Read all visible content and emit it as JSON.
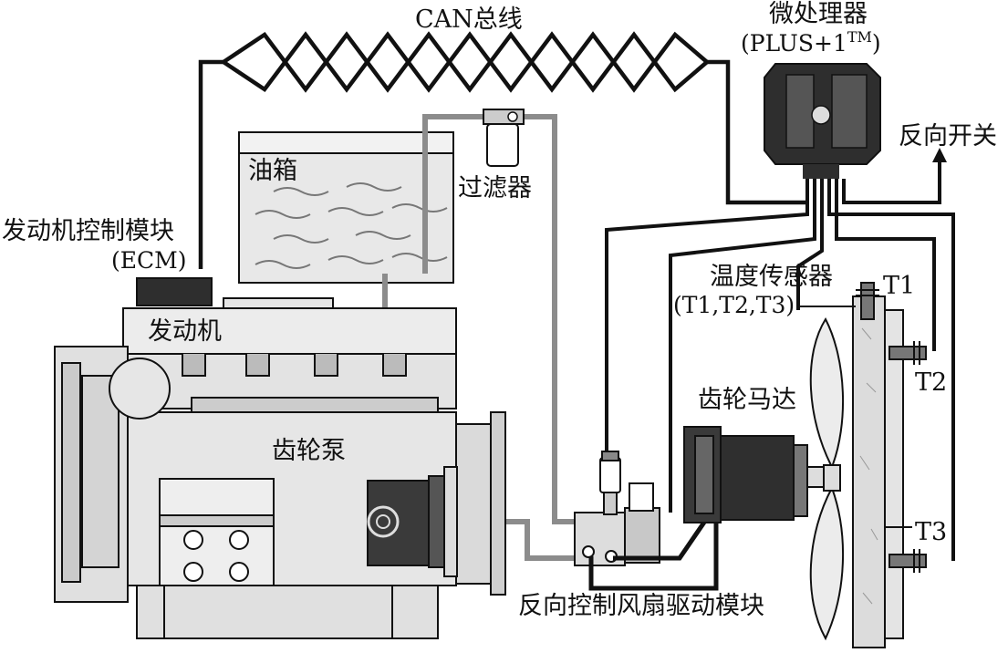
{
  "labels": {
    "can_bus": "CAN总线",
    "microprocessor": "微处理器",
    "microprocessor_model_base": "(PLUS+1",
    "microprocessor_model_sup": "TM",
    "microprocessor_model_end": ")",
    "reverse_switch": "反向开关",
    "oil_tank": "油箱",
    "filter": "过滤器",
    "ecm_name": "发动机控制模块",
    "ecm_abbr": "(ECM)",
    "temp_sensor": "温度传感器",
    "temp_sensor_ids": "(T1,T2,T3)",
    "t1": "T1",
    "t2": "T2",
    "t3": "T3",
    "engine": "发动机",
    "gear_motor": "齿轮马达",
    "gear_pump": "齿轮泵",
    "fan_drive_module": "反向控制风扇驱动模块"
  },
  "colors": {
    "line": "#111111",
    "hydraulic": "#8c8c8c",
    "engine_fill": "#e6e6e6",
    "dark_fill": "#3a3a3a",
    "tank_fill": "#eeeeee",
    "radiator_fill": "#dcdcdc"
  }
}
